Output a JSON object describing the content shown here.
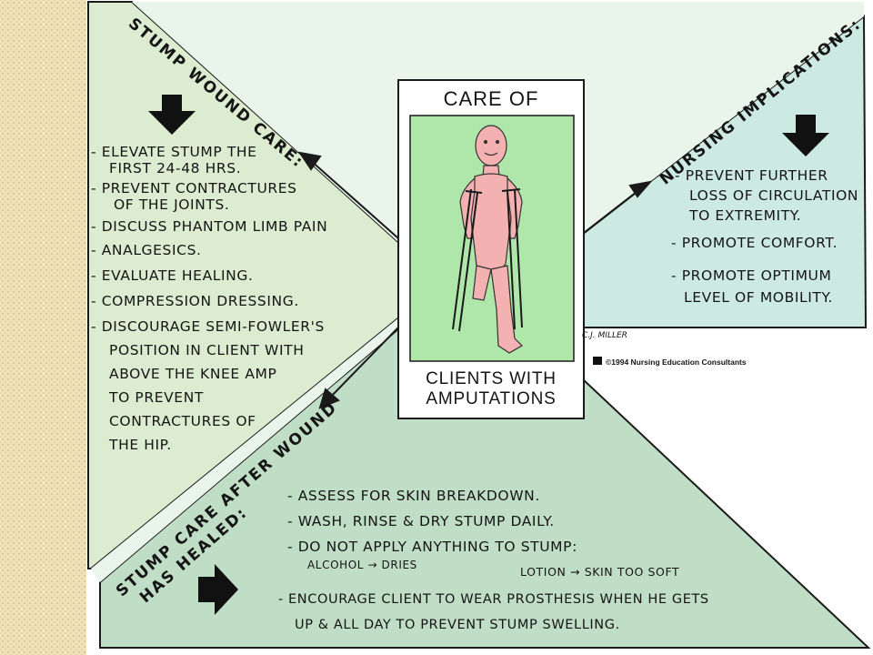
{
  "center_card": {
    "title": "CARE OF",
    "subtitle_line1": "CLIENTS WITH",
    "subtitle_line2": "AMPUTATIONS"
  },
  "artist_credit": "C.J. MILLER",
  "copyright": "©1994 Nursing Education Consultants",
  "stump_wound_care": {
    "heading": "STUMP WOUND CARE:",
    "items": [
      "- ELEVATE STUMP THE",
      "FIRST 24-48 HRS.",
      "- PREVENT CONTRACTURES",
      "OF THE JOINTS.",
      "- DISCUSS PHANTOM LIMB PAIN",
      "- ANALGESICS.",
      "- EVALUATE HEALING.",
      "- COMPRESSION DRESSING.",
      "- DISCOURAGE SEMI-FOWLER'S",
      "POSITION IN CLIENT WITH",
      "ABOVE THE KNEE AMP",
      "TO PREVENT",
      "CONTRACTURES OF",
      "THE HIP."
    ]
  },
  "nursing_implications": {
    "heading": "NURSING IMPLICATIONS:",
    "items": [
      "- PREVENT FURTHER",
      "LOSS OF CIRCULATION",
      "TO EXTREMITY.",
      "- PROMOTE COMFORT.",
      "- PROMOTE OPTIMUM",
      "LEVEL OF MOBILITY."
    ]
  },
  "stump_care_healed": {
    "heading_line1": "STUMP CARE AFTER WOUND",
    "heading_line2": "HAS HEALED:",
    "items": [
      "- ASSESS FOR SKIN BREAKDOWN.",
      "- WASH, RINSE & DRY STUMP DAILY.",
      "- DO NOT APPLY ANYTHING TO STUMP:",
      "ALCOHOL → DRIES",
      "LOTION → SKIN TOO SOFT",
      "- ENCOURAGE CLIENT TO WEAR PROSTHESIS WHEN HE GETS",
      "UP & ALL DAY TO PREVENT STUMP SWELLING."
    ]
  },
  "colors": {
    "left_panel": "#dbeccf",
    "right_panel": "#cfece4",
    "bottom_panel": "#bfdcc4",
    "card_inner": "#aee6a8",
    "figure_skin": "#f4b0b0",
    "sidebar": "#f1e3b9"
  }
}
